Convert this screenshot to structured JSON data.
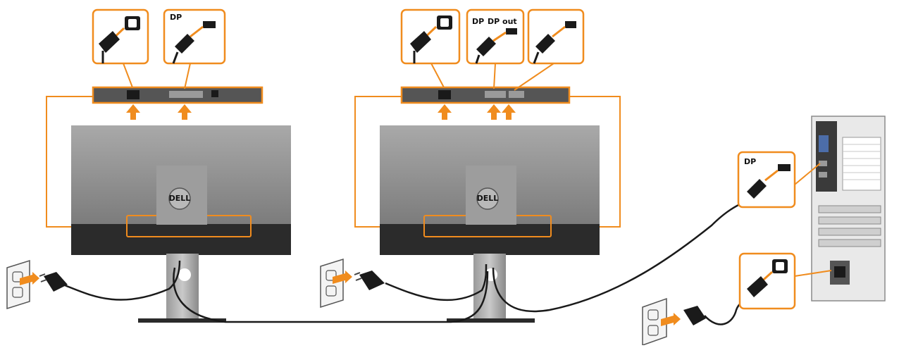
{
  "labels": {
    "dp_monitor1": "DP",
    "dp_in_monitor2": "DP",
    "dp_out_monitor2": "DP out",
    "dp_pc": "DP"
  },
  "brand": {
    "monitor_logo": "DELL"
  },
  "colors": {
    "accent": "#f08c1e",
    "monitor_body": "#8e8e8e",
    "monitor_bezel": "#2b2b2b",
    "cable": "#1a1a1a",
    "pc_case": "#e9e9e9",
    "pc_panel": "#3a3a3a"
  },
  "icons": [
    "power-cable-icon",
    "displayport-cable-icon",
    "wall-outlet-icon",
    "upward-arrow-icon"
  ]
}
